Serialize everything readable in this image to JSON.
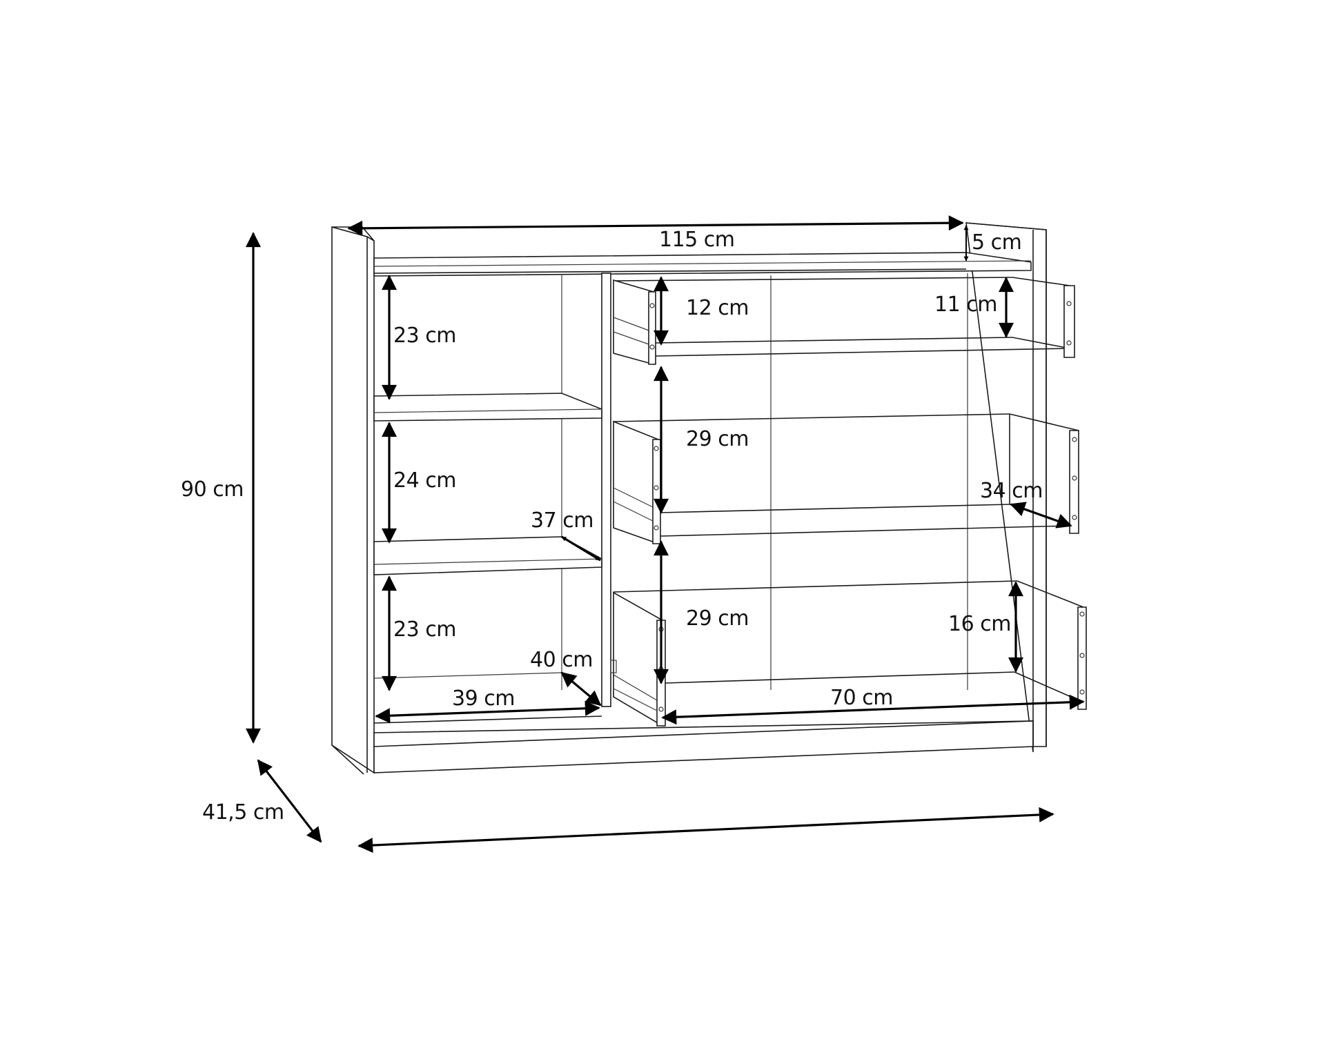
{
  "diagram": {
    "subject": "Sideboard / chest of drawers with open shelves",
    "units": "cm",
    "dimensions": {
      "overall_width": "115 cm",
      "overall_height": "90 cm",
      "overall_depth": "41,5 cm",
      "top_recess": "5 cm",
      "shelf_1_height": "23 cm",
      "shelf_2_height": "24 cm",
      "shelf_3_height": "23 cm",
      "shelf_depth": "37 cm",
      "bottom_shelf_depth": "40 cm",
      "shelf_width": "39 cm",
      "drawer_1_opening": "12 cm",
      "drawer_1_inner_height": "11 cm",
      "drawer_2_opening": "29 cm",
      "drawer_2_inner_depth": "34 cm",
      "drawer_3_opening": "29 cm",
      "drawer_3_inner_height": "16 cm",
      "drawer_width": "70 cm"
    }
  }
}
